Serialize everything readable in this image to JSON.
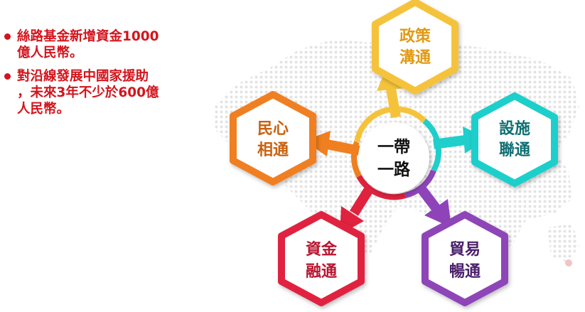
{
  "bullets": [
    "絲路基金新增資金1000\n億人民幣。",
    "對沿線發展中國家援助\n，未來3年不少於600億\n人民幣。"
  ],
  "center": {
    "line1": "一帶",
    "line2": "一路"
  },
  "nodes": {
    "policy": {
      "line1": "政策",
      "line2": "溝通",
      "color": "#F5C33B",
      "text_color": "#E09A14"
    },
    "facility": {
      "line1": "設施",
      "line2": "聯通",
      "color": "#1FCFCB",
      "text_color": "#0F6F73"
    },
    "trade": {
      "line1": "貿易",
      "line2": "暢通",
      "color": "#8E44B8",
      "text_color": "#4A1F6B"
    },
    "finance": {
      "line1": "資金",
      "line2": "融通",
      "color": "#E0223F",
      "text_color": "#B81530"
    },
    "people": {
      "line1": "民心",
      "line2": "相通",
      "color": "#F07F20",
      "text_color": "#C9620F"
    }
  }
}
